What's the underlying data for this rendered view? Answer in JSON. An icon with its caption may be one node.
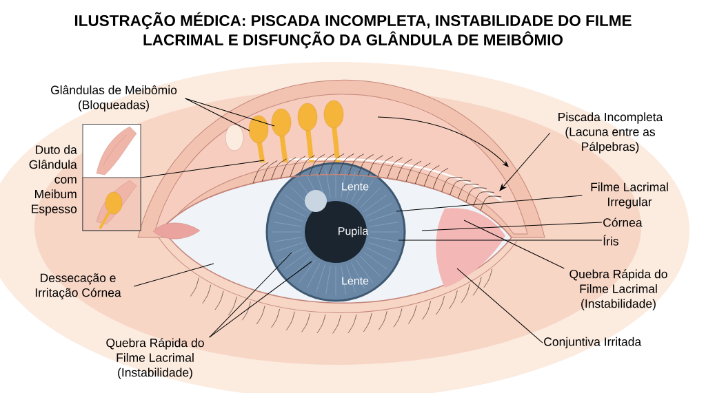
{
  "diagram": {
    "title": "ILUSTRAÇÃO MÉDICA: PISCADA INCOMPLETA, INSTABILIDADE DO FILME LACRIMAL E DISFUNÇÃO DA GLÂNDULA DE MEIBÔMIO",
    "nodes": [
      {
        "text": [
          "Glândulas de Meibômio (Bloqueadas)"
        ]
      },
      {
        "text": [],
        "shape": "picture",
        "beside": [
          "Duto da Glândula com Meibum Espesso"
        ]
      },
      {
        "text": [
          "Dessecação e Irritação Córnea"
        ]
      },
      {
        "text": [
          "Quebra Rápida do Filme Lacrimal (Instabilidade)"
        ]
      },
      {
        "text": [
          "Piscada Incompleta (Lacuna entre as Pálpebras)"
        ]
      },
      {
        "text": [
          "Filme Lacrimal Irregular"
        ]
      },
      {
        "text": [
          "Córnea"
        ]
      },
      {
        "text": [
          "Íris"
        ]
      },
      {
        "text": [
          "Quebra Rápida do Filme Lacrimal (Instabilidade)"
        ]
      },
      {
        "text": [
          "Conjuntiva Irritada"
        ]
      },
      {
        "text": [
          "Lente",
          "Pupila",
          "Lente"
        ]
      },
      {
        "text": [],
        "shape": "patch"
      }
    ],
    "edges": [
      {
        "from": 0,
        "to": null,
        "arrow": "none"
      },
      {
        "from": 0,
        "to": null,
        "arrow": "none"
      },
      {
        "from": 1,
        "to": null,
        "arrow": "none"
      },
      {
        "from": 2,
        "to": null,
        "arrow": "none"
      },
      {
        "from": 3,
        "to": 10,
        "arrow": "none"
      },
      {
        "from": 3,
        "to": 10,
        "arrow": "none"
      },
      {
        "from": 4,
        "to": null,
        "arrow": "to"
      },
      {
        "from": 5,
        "to": 10,
        "arrow": "none"
      },
      {
        "from": 6,
        "to": null,
        "arrow": "none"
      },
      {
        "from": 7,
        "to": 10,
        "arrow": "none"
      },
      {
        "from": 8,
        "to": 11,
        "arrow": "none"
      },
      {
        "from": 9,
        "to": 11,
        "arrow": "none"
      }
    ]
  }
}
